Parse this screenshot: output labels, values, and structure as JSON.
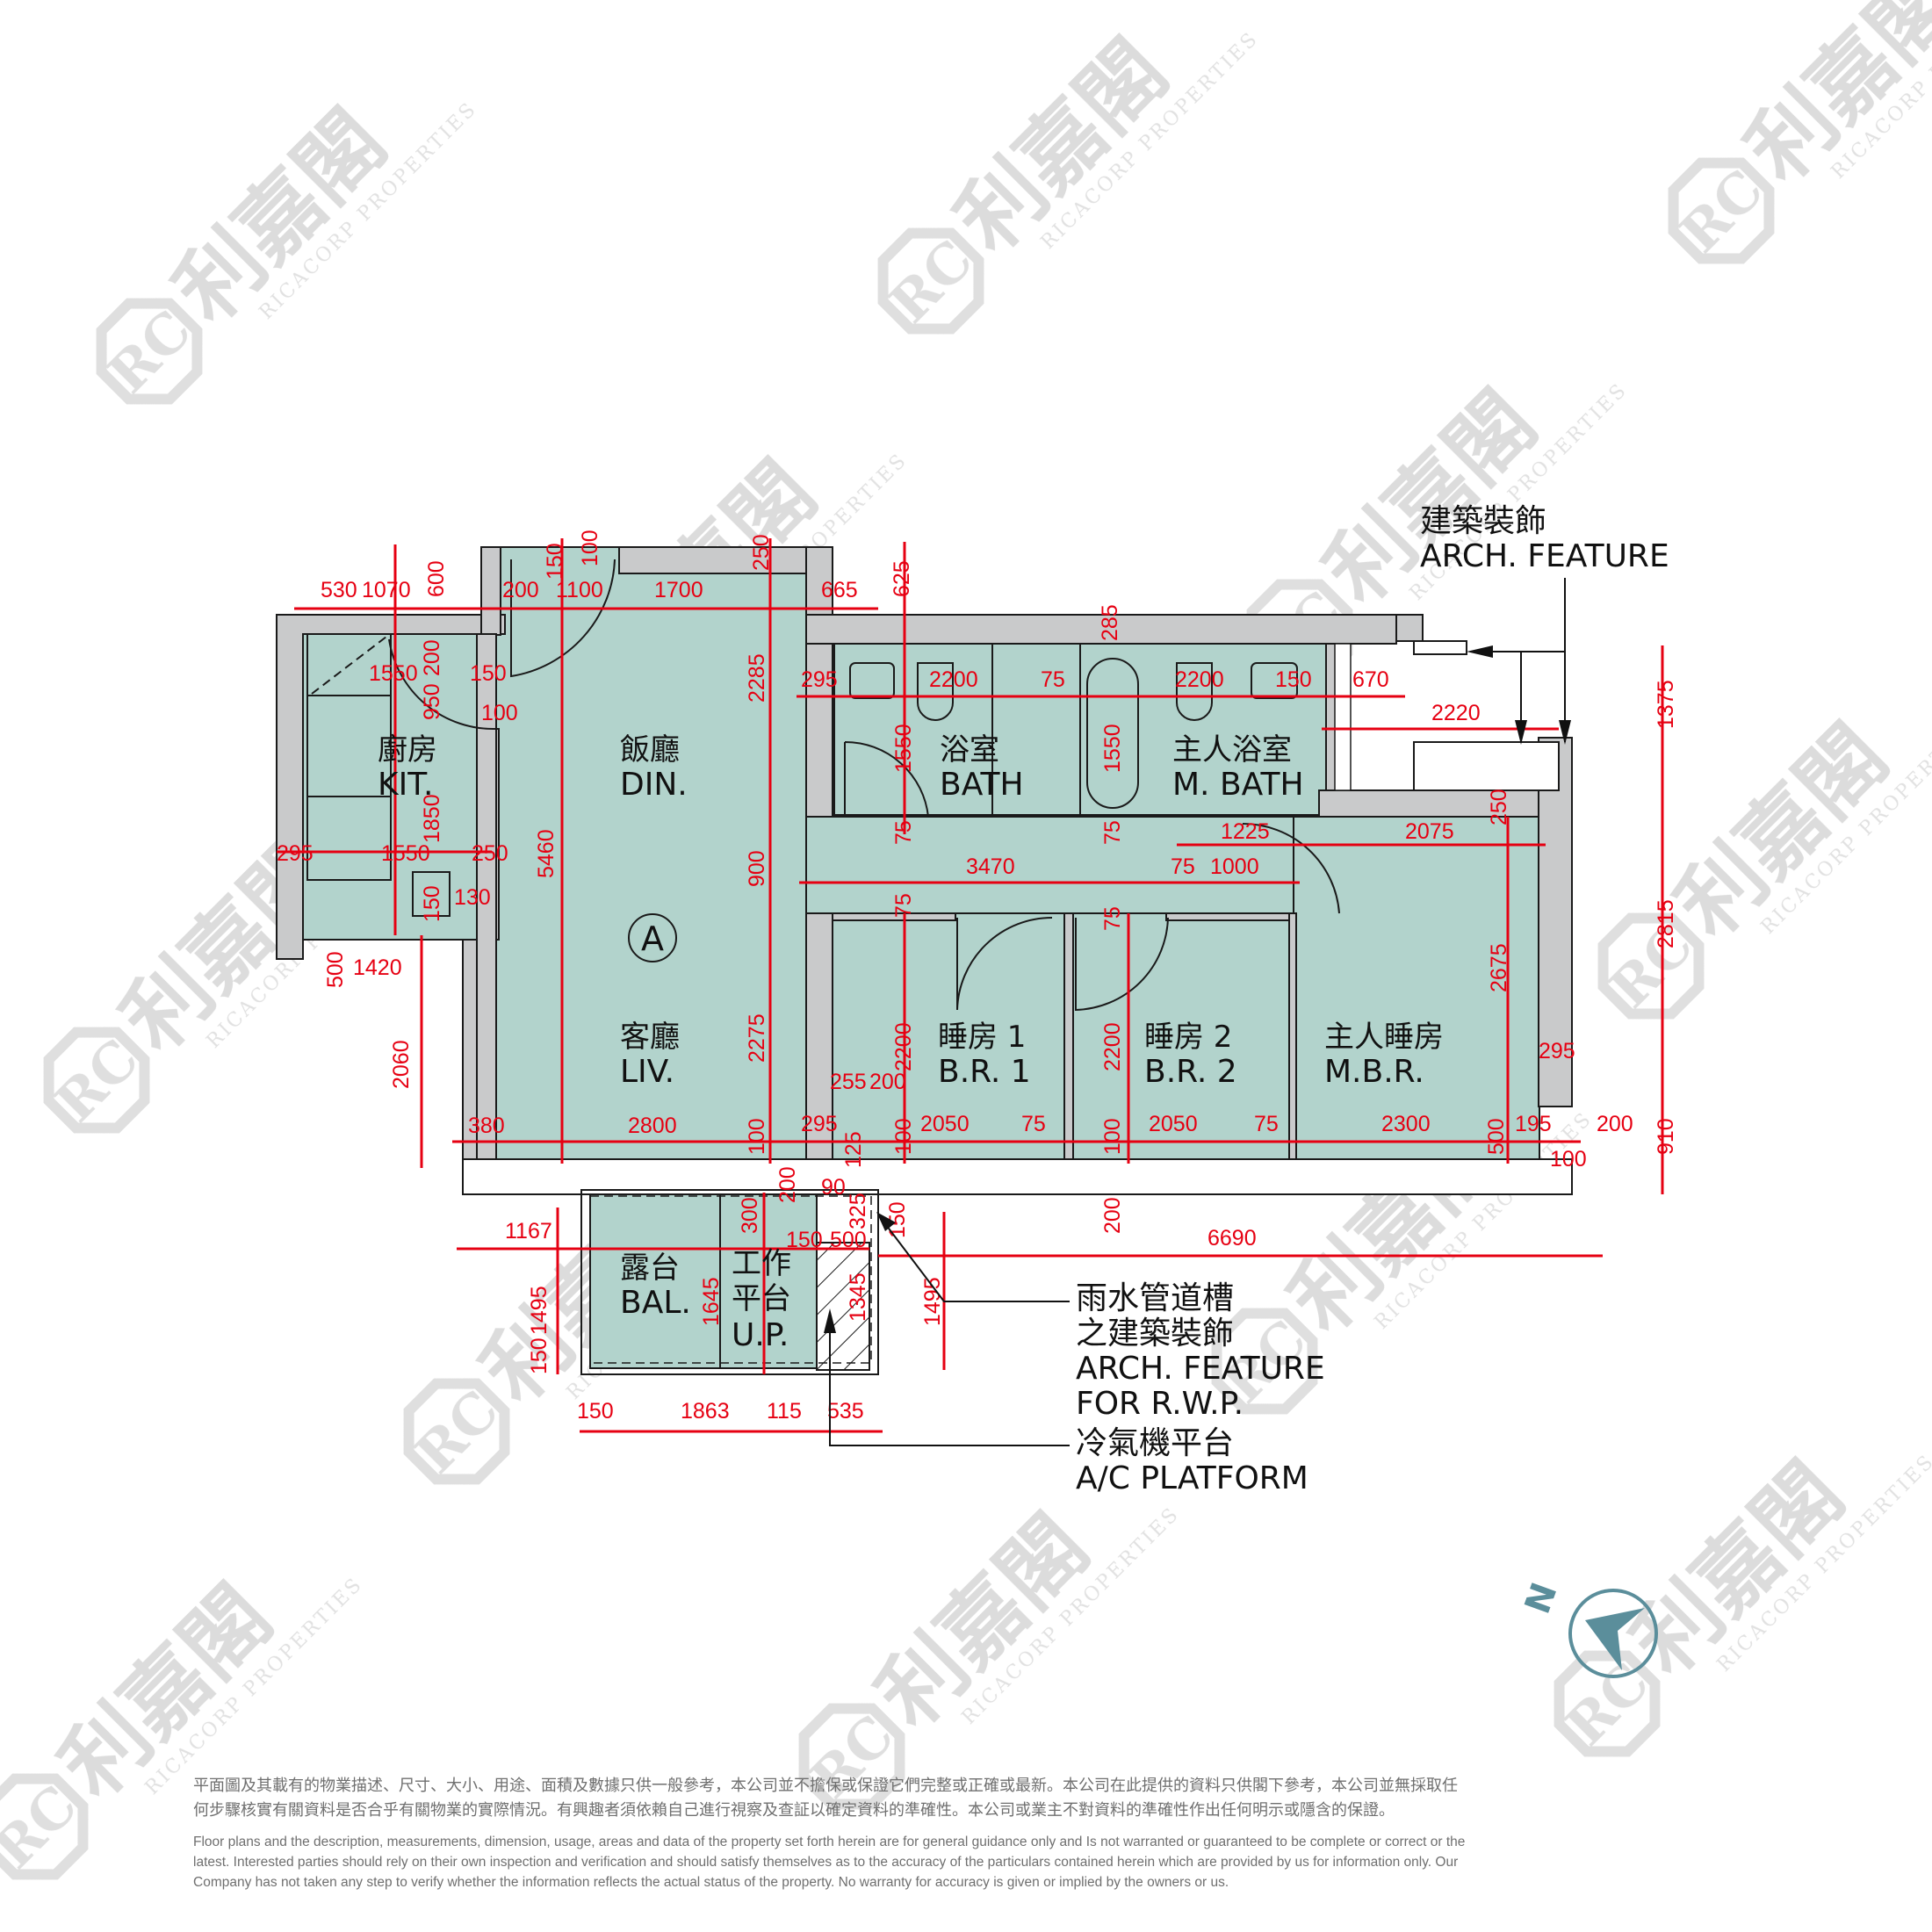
{
  "watermark": {
    "brand_cn": "利嘉閣",
    "brand_en": "RICACORP PROPERTIES",
    "logo_letters": "RC",
    "color": "#d9d9d9"
  },
  "unit": {
    "label": "A"
  },
  "rooms": {
    "kitchen": {
      "cn": "廚房",
      "en": "KIT."
    },
    "dining": {
      "cn": "飯廳",
      "en": "DIN."
    },
    "living": {
      "cn": "客廳",
      "en": "LIV."
    },
    "bath": {
      "cn": "浴室",
      "en": "BATH"
    },
    "master_bath": {
      "cn": "主人浴室",
      "en": "M. BATH"
    },
    "bedroom1": {
      "cn": "睡房 1",
      "en": "B.R. 1"
    },
    "bedroom2": {
      "cn": "睡房 2",
      "en": "B.R. 2"
    },
    "master_bedroom": {
      "cn": "主人睡房",
      "en": "M.B.R."
    },
    "balcony": {
      "cn": "露台",
      "en": "BAL."
    },
    "utility_platform": {
      "cn1": "工作",
      "cn2": "平台",
      "en": "U.P."
    }
  },
  "callouts": {
    "arch_feature": {
      "cn": "建築裝飾",
      "en": "ARCH. FEATURE"
    },
    "rwp_feature": {
      "cn1": "雨水管道槽",
      "cn2": "之建築裝飾",
      "en1": "ARCH. FEATURE",
      "en2": "FOR R.W.P."
    },
    "ac_platform": {
      "cn": "冷氣機平台",
      "en": "A/C PLATFORM"
    }
  },
  "dimensions": {
    "top": [
      "530",
      "1070",
      "600",
      "200",
      "150",
      "100",
      "1100",
      "1700",
      "250",
      "665",
      "625",
      "285"
    ],
    "kitchen": [
      "200",
      "1550",
      "150",
      "100",
      "950",
      "1850",
      "295",
      "1550",
      "250",
      "130",
      "150",
      "1420",
      "500",
      "2060"
    ],
    "dining_living": [
      "5460",
      "2285",
      "900",
      "2275",
      "380",
      "2800",
      "100"
    ],
    "bath": [
      "295",
      "2200",
      "75",
      "2200",
      "150",
      "670",
      "1550",
      "1550",
      "75",
      "75",
      "2220",
      "1375"
    ],
    "corridor": [
      "1225",
      "2075",
      "250",
      "3470",
      "75",
      "1000",
      "75",
      "75"
    ],
    "bedrooms": [
      "2200",
      "2200",
      "255",
      "200",
      "295",
      "2050",
      "75",
      "2050",
      "75",
      "2300",
      "500",
      "195",
      "200",
      "100",
      "2675",
      "295",
      "2815",
      "910",
      "100",
      "100",
      "125"
    ],
    "balcony": [
      "1167",
      "1495",
      "150",
      "1645",
      "300",
      "200",
      "90",
      "325",
      "150",
      "500",
      "1345",
      "150",
      "1495",
      "200",
      "6690",
      "150",
      "1863",
      "115",
      "535"
    ]
  },
  "compass": {
    "label": "N",
    "color": "#5b8e9b"
  },
  "disclaimer": {
    "cn_line1": "平面圖及其載有的物業描述、尺寸、大小、用途、面積及數據只供一般參考，本公司並不擔保或保證它們完整或正確或最新。本公司在此提供的資料只供閣下參考，本公司並無採取任",
    "cn_line2": "何步驟核實有關資料是否合乎有關物業的實際情況。有興趣者須依賴自己進行視察及查証以確定資料的準確性。本公司或業主不對資料的準確性作出任何明示或隱含的保證。",
    "en_line1": "Floor plans and the description, measurements, dimension, usage, areas and data of the property set forth herein are for general guidance only and Is not warranted or guaranteed to be complete or correct or the",
    "en_line2": "latest. Interested parties should rely on their own inspection and verification and should satisfy themselves as to the accuracy of the particulars contained herein which are provided by us for information only.  Our",
    "en_line3": "Company has not taken any step to verify whether the information reflects the actual status of the property.  No warranty for accuracy is given or implied by the owners or us."
  }
}
